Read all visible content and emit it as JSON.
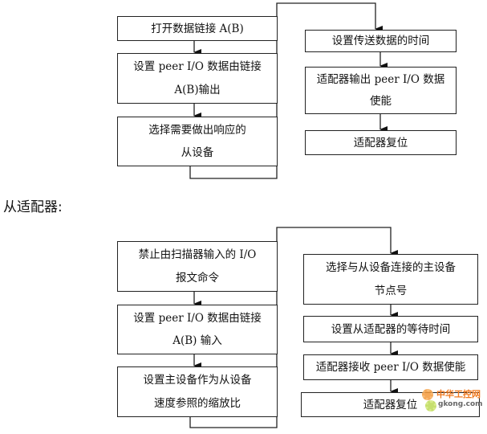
{
  "master": {
    "left_steps": [
      [
        "打开数据链接 A(B)"
      ],
      [
        "设置 peer I/O 数据由链接",
        "A(B)输出"
      ],
      [
        "选择需要做出响应的",
        "从设备"
      ]
    ],
    "right_steps": [
      [
        "设置传送数据的时间"
      ],
      [
        "适配器输出 peer I/O 数据",
        "使能"
      ],
      [
        "适配器复位"
      ]
    ]
  },
  "slave_label": "从适配器:",
  "slave": {
    "left_steps": [
      [
        "禁止由扫描器输入的 I/O",
        "报文命令"
      ],
      [
        "设置 peer I/O 数据由链接",
        "A(B)  输入"
      ],
      [
        "设置主设备作为从设备",
        "速度参照的缩放比"
      ]
    ],
    "right_steps": [
      [
        "选择与从设备连接的主设备",
        "节点号"
      ],
      [
        "设置从适配器的等待时间"
      ],
      [
        "适配器接收 peer I/O 数据使能"
      ],
      [
        "适配器复位"
      ]
    ]
  },
  "watermark": {
    "line1": "中华工控网",
    "line2": "gkong.com"
  }
}
